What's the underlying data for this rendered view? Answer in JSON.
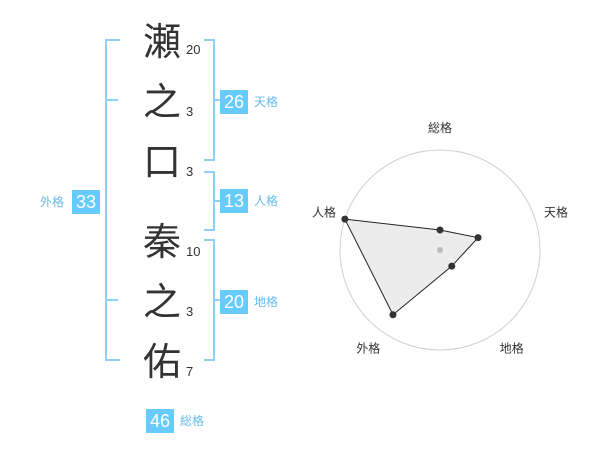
{
  "name": {
    "characters": [
      {
        "char": "瀬",
        "strokes": "20"
      },
      {
        "char": "之",
        "strokes": "3"
      },
      {
        "char": "口",
        "strokes": "3"
      },
      {
        "char": "秦",
        "strokes": "10"
      },
      {
        "char": "之",
        "strokes": "3"
      },
      {
        "char": "佑",
        "strokes": "7"
      }
    ]
  },
  "fortune": {
    "tenkaku": {
      "value": "26",
      "label": "天格"
    },
    "jinkaku": {
      "value": "13",
      "label": "人格"
    },
    "chikaku": {
      "value": "20",
      "label": "地格"
    },
    "gaikaku": {
      "value": "33",
      "label": "外格"
    },
    "soukaku": {
      "value": "46",
      "label": "総格"
    }
  },
  "colors": {
    "accent": "#66ccff",
    "bracket": "#8fd0f5",
    "label": "#66bbee"
  },
  "chart_data": {
    "type": "radar",
    "axes": [
      "総格",
      "天格",
      "地格",
      "外格",
      "人格"
    ],
    "values": [
      1,
      2,
      1,
      4,
      5
    ],
    "rmax": 5
  }
}
